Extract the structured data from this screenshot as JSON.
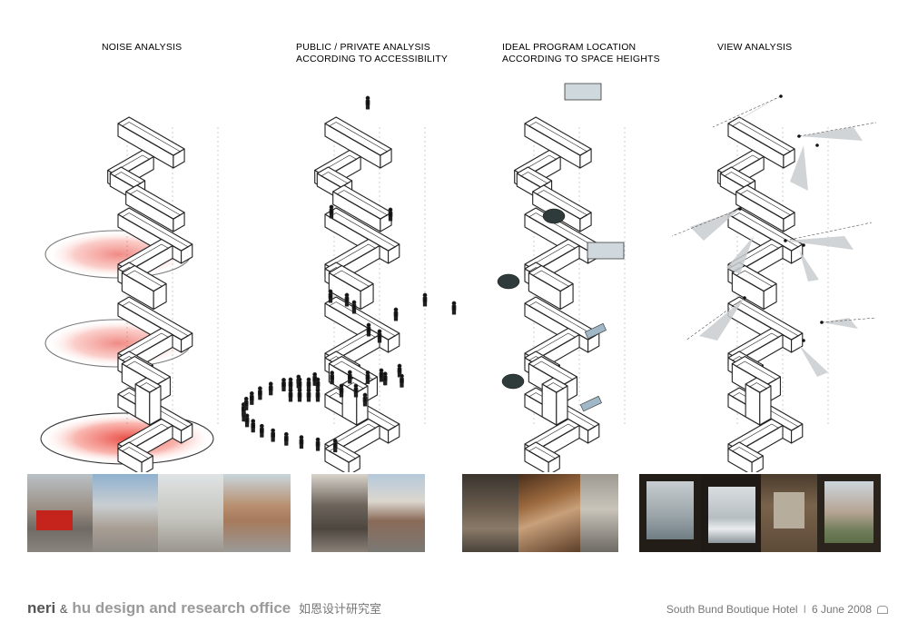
{
  "columns": [
    {
      "id": "noise",
      "lines": [
        "NOISE ANALYSIS"
      ]
    },
    {
      "id": "public",
      "lines": [
        "PUBLIC / PRIVATE ANALYSIS",
        "ACCORDING TO ACCESSIBILITY"
      ]
    },
    {
      "id": "program",
      "lines": [
        "IDEAL PROGRAM LOCATION",
        "ACCORDING TO SPACE HEIGHTS"
      ]
    },
    {
      "id": "view",
      "lines": [
        "VIEW ANALYSIS"
      ]
    }
  ],
  "footer": {
    "brand_bold": "neri",
    "brand_amp": "&",
    "brand_rest": "hu design and research office",
    "brand_chinese": "如恩设计研究室",
    "project": "South Bund Boutique Hotel",
    "separator": "I",
    "date": "6 June 2008"
  },
  "colors": {
    "noise": "#e3281f",
    "line": "#222222",
    "view_cone": "#c9cccf",
    "footer_dark": "#555555",
    "footer_light": "#9a9a9a"
  }
}
